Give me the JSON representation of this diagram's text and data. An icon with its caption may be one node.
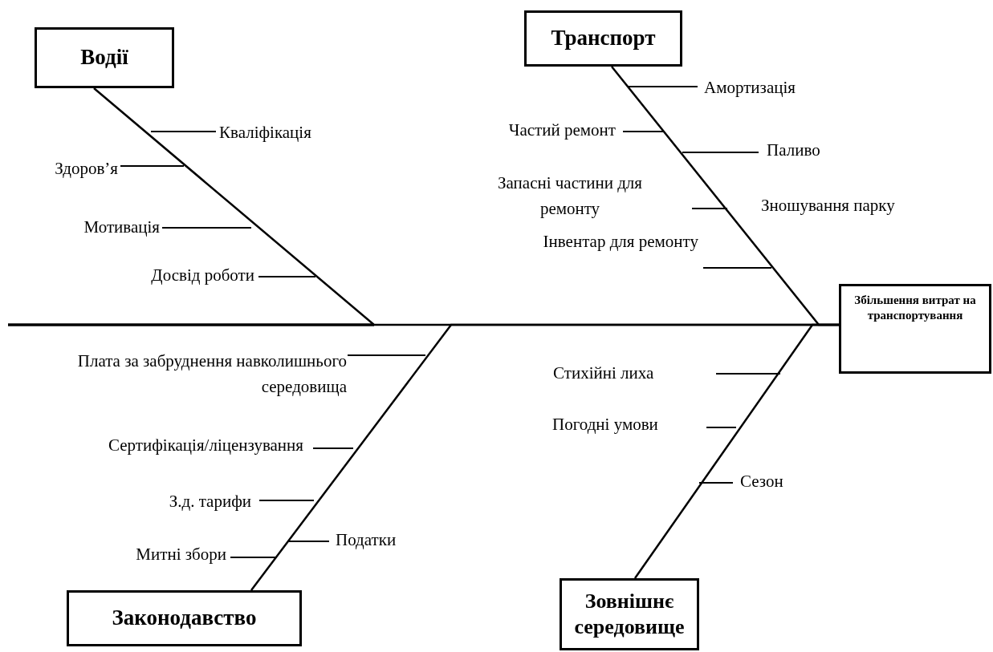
{
  "diagram": {
    "nodes": [
      {
        "text": [
          "Водії"
        ]
      },
      {
        "text": [
          "Транспорт"
        ]
      },
      {
        "text": [
          "Збільшення витрат на транспортування"
        ]
      },
      {
        "text": [
          "Законодавство"
        ]
      },
      {
        "text": [
          "Зовнішнє середовище"
        ]
      }
    ],
    "edges": [
      {
        "from": 0,
        "to": 2,
        "arrow": "none"
      },
      {
        "from": 1,
        "to": 2,
        "arrow": "none"
      },
      {
        "from": 3,
        "to": 2,
        "arrow": "none"
      },
      {
        "from": 4,
        "to": 2,
        "arrow": "none"
      }
    ],
    "labels": [
      "Кваліфікація",
      "Здоров’я",
      "Мотивація",
      "Досвід роботи",
      "Амортизація",
      "Частий ремонт",
      "Паливо",
      "Запасні частини для ремонту",
      "Зношування парку",
      "Інвентар для ремонту",
      "Плата за забруднення навколишнього середовища",
      "Сертифікація/ліцензування",
      "З.д. тарифи",
      "Податки",
      "Митні збори",
      "Стихійні лиха",
      "Погодні умови",
      "Сезон"
    ]
  }
}
